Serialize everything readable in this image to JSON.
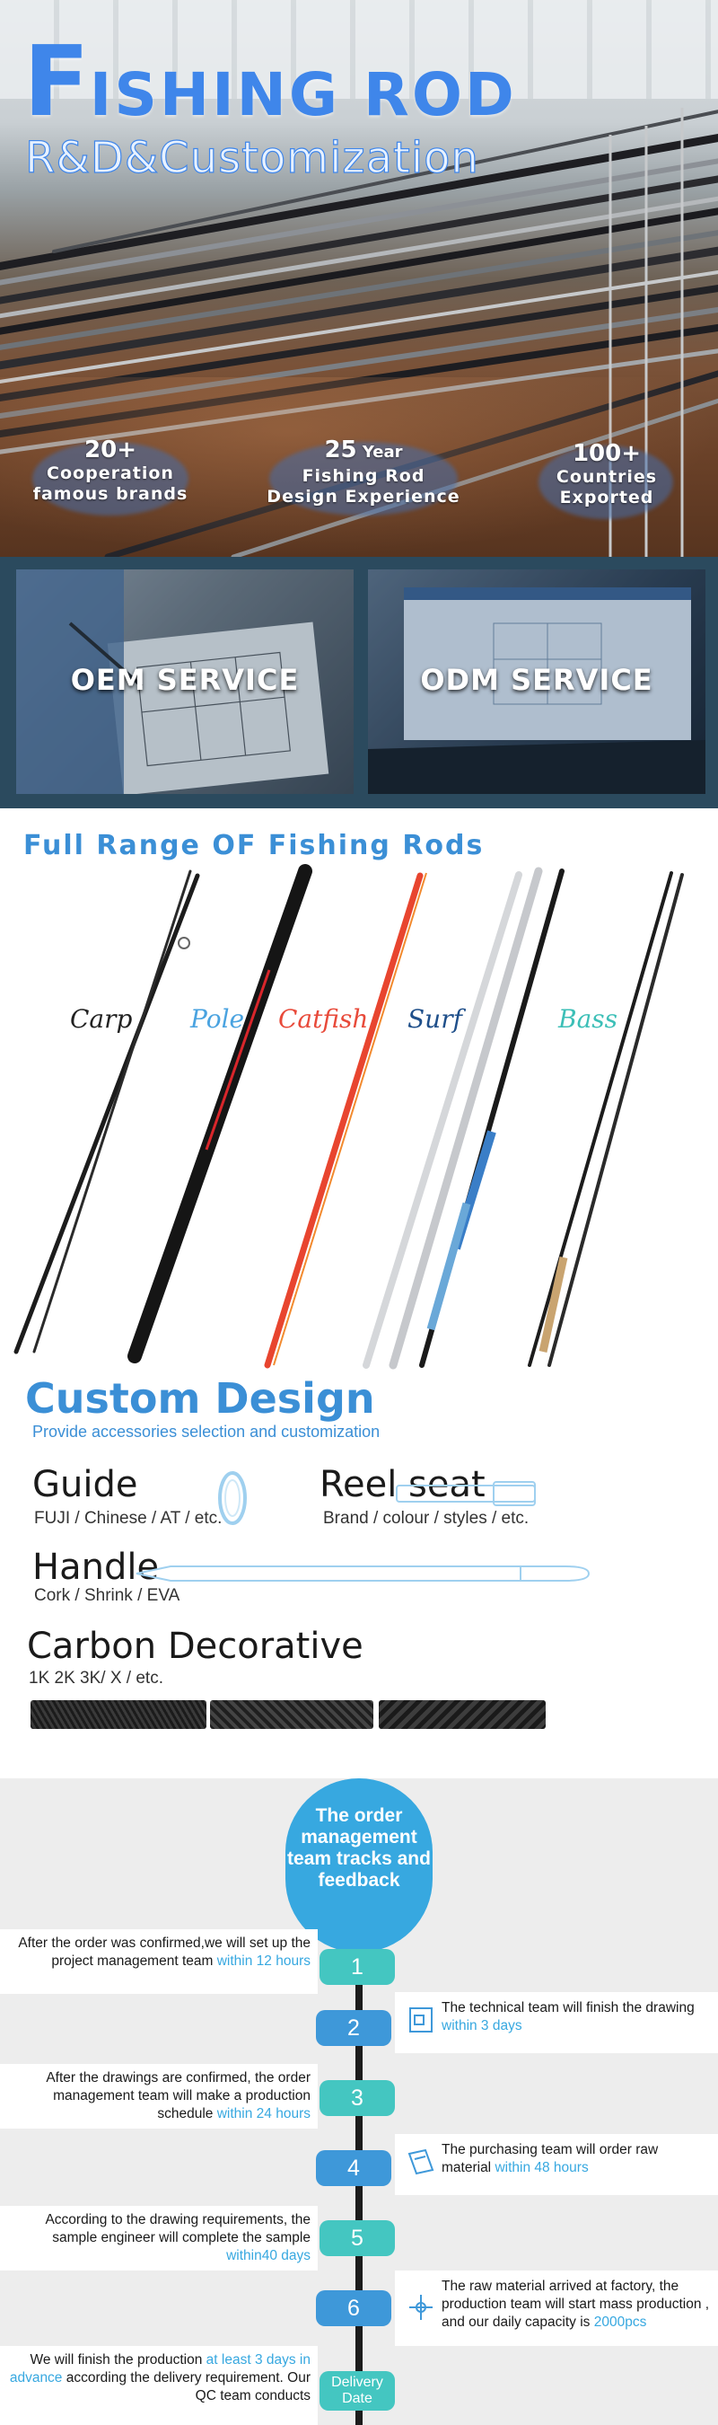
{
  "hero": {
    "title_first": "F",
    "title_rest": "ISHING ROD",
    "subtitle": "R&D&Customization",
    "stats": [
      {
        "num": "20+",
        "num_small": "",
        "line1": "Cooperation",
        "line2": "famous brands"
      },
      {
        "num": "25",
        "num_small": " Year",
        "line1": "Fishing Rod",
        "line2": "Design Experience"
      },
      {
        "num": "100+",
        "num_small": "",
        "line1": "Countries",
        "line2": "Exported"
      }
    ]
  },
  "services": {
    "oem": "OEM SERVICE",
    "odm": "ODM SERVICE"
  },
  "range": {
    "title": "Full Range OF Fishing Rods",
    "labels": [
      {
        "text": "Carp",
        "color": "#222222"
      },
      {
        "text": "Pole",
        "color": "#4aa3e0"
      },
      {
        "text": "Catfish",
        "color": "#e84a3a"
      },
      {
        "text": "Surf",
        "color": "#1f4f8a"
      },
      {
        "text": "Bass",
        "color": "#3cbfb7"
      }
    ]
  },
  "custom": {
    "title": "Custom Design",
    "subtitle": "Provide accessories selection and customization",
    "guide_h": "Guide",
    "guide_d": "FUJI / Chinese / AT / etc.",
    "reel_h": "Reel seat",
    "reel_d": "Brand / colour / styles / etc.",
    "handle_h": "Handle",
    "handle_d": "Cork  / Shrink / EVA",
    "carbon_h": "Carbon Decorative",
    "carbon_d": "1K 2K 3K/ X / etc."
  },
  "timeline": {
    "head": "The order management team tracks and feedback",
    "steps": [
      {
        "num": "1",
        "pre": "After the order was confirmed,we will set up the project management team",
        "hl": "within 12 hours",
        "post": ""
      },
      {
        "num": "2",
        "pre": "The technical team will finish the drawing",
        "hl": "within 3 days",
        "post": ""
      },
      {
        "num": "3",
        "pre": "After the drawings are confirmed, the order management team will make a production schedule",
        "hl": "within 24 hours",
        "post": ""
      },
      {
        "num": "4",
        "pre": "The purchasing team will order raw material",
        "hl": "within 48 hours",
        "post": ""
      },
      {
        "num": "5",
        "pre": "According to the drawing requirements, the sample engineer will complete the sample",
        "hl": "within40 days",
        "post": ""
      },
      {
        "num": "6",
        "pre": "The raw material arrived at factory, the production team will start mass production , and our daily capacity is",
        "hl": "2000pcs",
        "post": ""
      },
      {
        "num": "Delivery Date",
        "pre": "We will finish the production",
        "hl": "at least 3 days in advance",
        "post": "according the delivery requirement. Our QC team conducts"
      }
    ]
  },
  "colors": {
    "accent_blue": "#3b8fd6",
    "teal": "#44c6c1",
    "timeline_blue": "#3e98d9"
  }
}
